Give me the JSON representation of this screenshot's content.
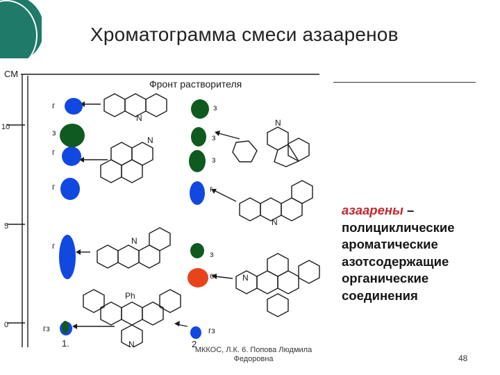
{
  "slide": {
    "title": "Хроматограмма смеси азааренов",
    "page_number": "48",
    "footer": {
      "line1": "МККОС, Л.К. 6. Попова Людмила",
      "line2": "Федоровна"
    },
    "description": {
      "term": "азаарены",
      "dash": " –",
      "lines": [
        "полициклические",
        "ароматические",
        "азотсодержащие",
        "органические",
        "соединения"
      ]
    }
  },
  "figure": {
    "solvent_front_label": "Фронт растворителя",
    "scale_unit": "СМ",
    "scale_ticks": [
      "10",
      "5",
      "0"
    ],
    "lane_labels": [
      "1.",
      "2"
    ],
    "atom_labels": {
      "nitrogen": "N",
      "phenyl": "Ph"
    },
    "spot_labels": {
      "lane1": [
        "г",
        "з",
        "г",
        "г",
        "г",
        "гз"
      ],
      "lane2": [
        "з",
        "з",
        "з",
        "г",
        "з",
        "о",
        "гз"
      ]
    },
    "colors": {
      "blue_spot": "#1148e0",
      "green_spot": "#0f5a1e",
      "orange_spot": "#e8441c",
      "accent": "#1f7a6a"
    }
  }
}
